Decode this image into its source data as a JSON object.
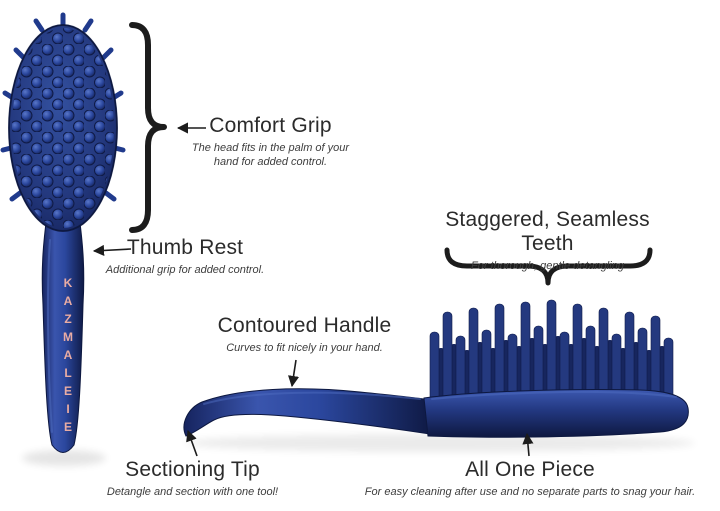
{
  "brand": "KAZMALEIE",
  "colors": {
    "brush_blue": "#22377f",
    "brush_dark": "#101c4a",
    "brush_highlight": "#4e6bc0",
    "brand_text_pink": "#e9aca4",
    "annotation_text": "#2b2b2b"
  },
  "callouts": {
    "comfort_grip": {
      "title": "Comfort Grip",
      "subtitle": "The head fits in the palm of your hand for added control."
    },
    "thumb_rest": {
      "title": "Thumb Rest",
      "subtitle": "Additional grip for added control."
    },
    "staggered_teeth": {
      "title": "Staggered, Seamless Teeth",
      "subtitle": "For thorough, gentle detangling"
    },
    "contoured_handle": {
      "title": "Contoured Handle",
      "subtitle": "Curves to fit nicely in your hand."
    },
    "sectioning_tip": {
      "title": "Sectioning Tip",
      "subtitle": "Detangle and section with one tool!"
    },
    "all_one_piece": {
      "title": "All One Piece",
      "subtitle": "For easy cleaning after use and no separate parts to snag your hair."
    }
  }
}
